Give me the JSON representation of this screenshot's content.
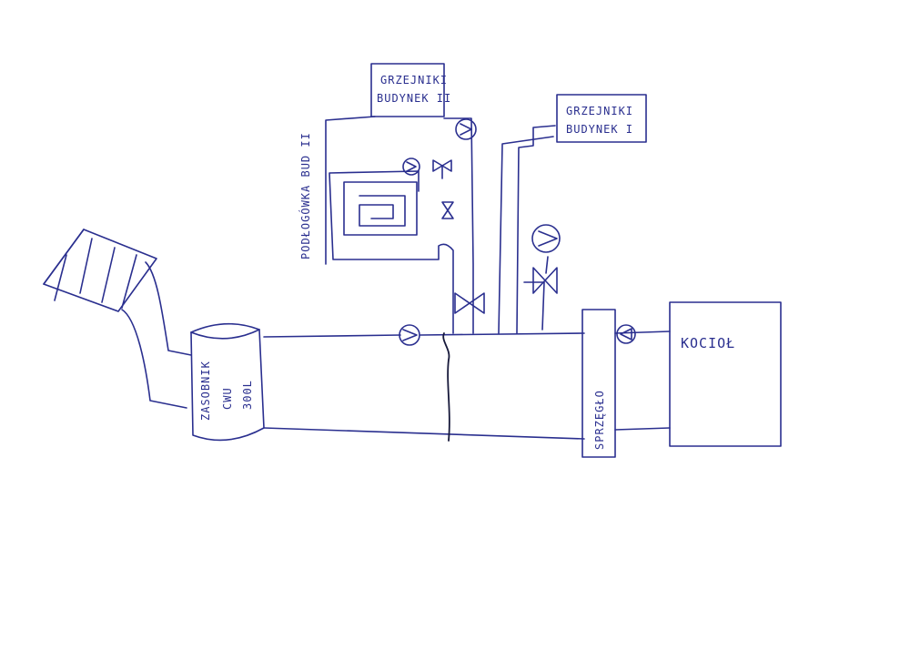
{
  "labels": {
    "grzejniki_b2_line1": "GRZEJNIKI",
    "grzejniki_b2_line2": "BUDYNEK II",
    "grzejniki_b1_line1": "GRZEJNIKI",
    "grzejniki_b1_line2": "BUDYNEK I",
    "podlogowka": "PODŁOGÓWKA BUD II",
    "zasobnik_line1": "ZASOBNIK",
    "zasobnik_line2": "CWU",
    "zasobnik_line3": "300L",
    "sprzeglo": "SPRZĘGŁO",
    "kociol": "KOCIOŁ"
  },
  "colors": {
    "ink": "#2a2f8f",
    "paper": "#ffffff"
  }
}
